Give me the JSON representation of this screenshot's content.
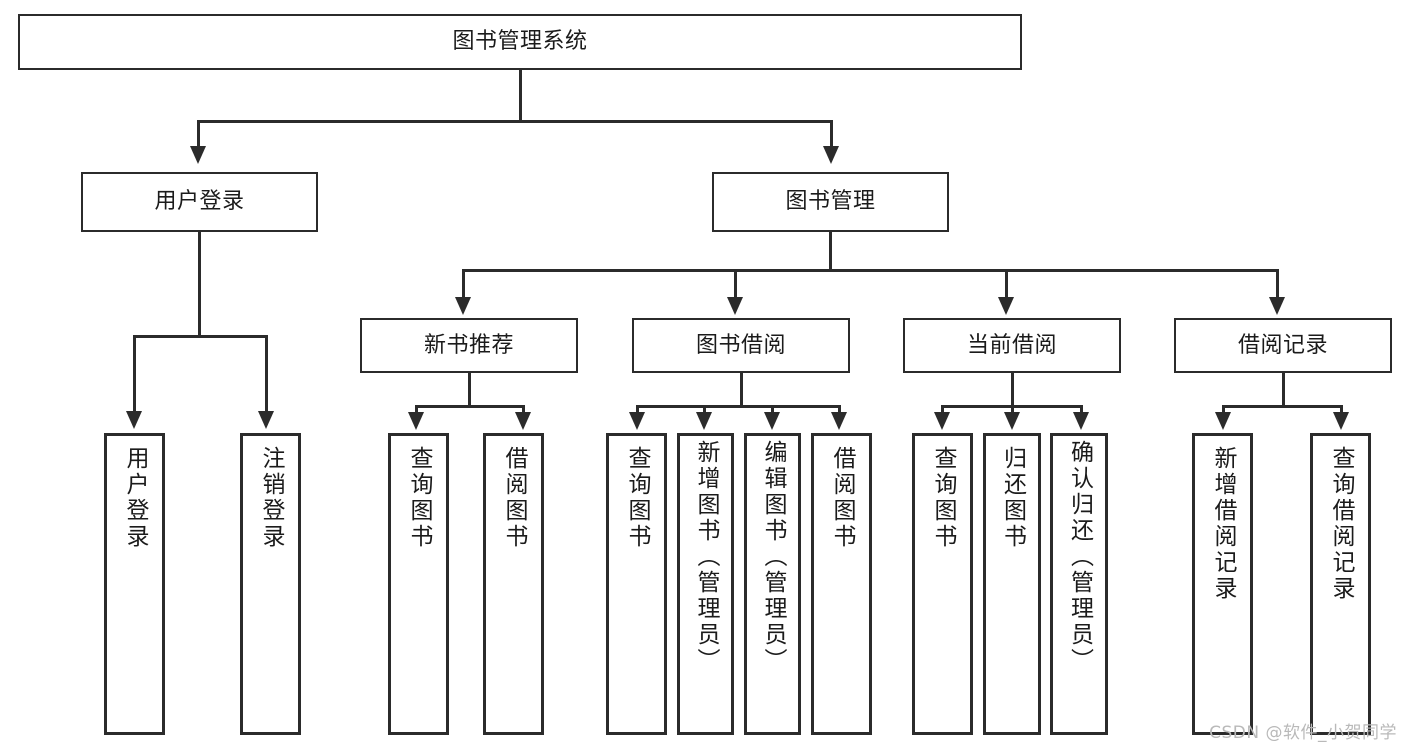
{
  "diagram": {
    "title": "图书管理系统",
    "type": "tree",
    "background": "#ffffff",
    "line_color": "#2b2b2b",
    "text_color": "#1b1b1b"
  },
  "root": {
    "label": "图书管理系统"
  },
  "level2": [
    {
      "label": "用户登录"
    },
    {
      "label": "图书管理"
    }
  ],
  "level3": [
    {
      "label": "新书推荐"
    },
    {
      "label": "图书借阅"
    },
    {
      "label": "当前借阅"
    },
    {
      "label": "借阅记录"
    }
  ],
  "leaves": {
    "user_login": [
      {
        "label": "用户登录"
      },
      {
        "label": "注销登录"
      }
    ],
    "new_book_recommend": [
      {
        "label": "查询图书"
      },
      {
        "label": "借阅图书"
      }
    ],
    "book_borrow": [
      {
        "label": "查询图书"
      },
      {
        "label": "新增图书（管理员）"
      },
      {
        "label": "编辑图书（管理员）"
      },
      {
        "label": "借阅图书"
      }
    ],
    "current_borrow": [
      {
        "label": "查询图书"
      },
      {
        "label": "归还图书"
      },
      {
        "label": "确认归还（管理员）"
      }
    ],
    "borrow_record": [
      {
        "label": "新增借阅记录"
      },
      {
        "label": "查询借阅记录"
      }
    ]
  },
  "watermark": {
    "text": "CSDN @软件_小贺同学"
  }
}
